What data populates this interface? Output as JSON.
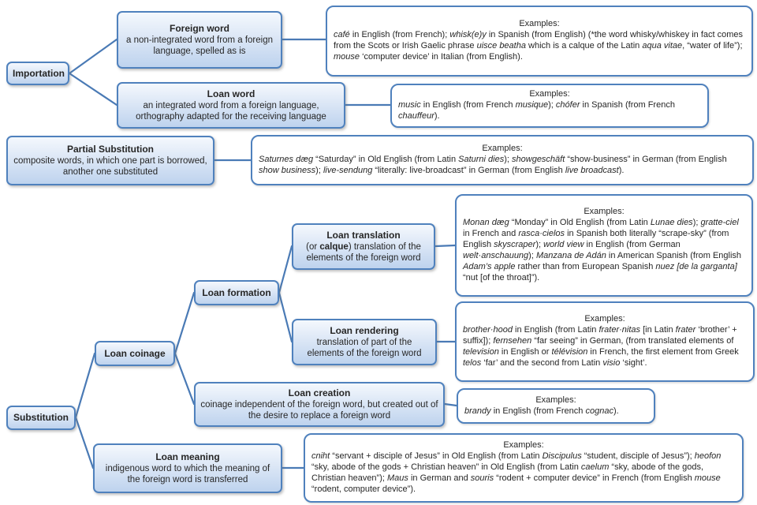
{
  "nodes": {
    "importation": {
      "title": "Importation"
    },
    "foreign_word": {
      "title": "Foreign word",
      "desc": "a non-integrated word from a foreign language, spelled as is"
    },
    "loan_word": {
      "title": "Loan word",
      "desc": "an integrated word from a foreign language, orthography adapted for the receiving language"
    },
    "partial_substitution": {
      "title": "Partial Substitution",
      "desc": "composite words, in which one part is borrowed, another one substituted"
    },
    "substitution": {
      "title": "Substitution"
    },
    "loan_coinage": {
      "title": "Loan coinage"
    },
    "loan_formation": {
      "title": "Loan formation"
    },
    "loan_translation": {
      "title": "Loan translation",
      "desc_html": "(or <b>calque</b>) translation of the elements of the foreign word"
    },
    "loan_rendering": {
      "title": "Loan rendering",
      "desc": "translation of part of the elements of the foreign word"
    },
    "loan_creation": {
      "title": "Loan creation",
      "desc": "coinage independent of the foreign word, but created out of the desire to replace a foreign word"
    },
    "loan_meaning": {
      "title": "Loan meaning",
      "desc": "indigenous word to which the meaning of the foreign word is transferred"
    }
  },
  "examples": {
    "header": "Examples:",
    "foreign_word_html": "<i>café</i> in English (from French); <i>whisk(e)y</i> in Spanish (from English) (*the word whisky/whiskey in fact comes from the Scots or Irish Gaelic phrase <i>uisce beatha</i> which is a calque of the Latin <i>aqua vitae</i>, “water of life”); <i>mouse</i> ‘computer device’ in Italian (from English).",
    "loan_word_html": "<i>music</i> in English (from French <i>musique</i>); <i>chófer</i> in Spanish (from French <i>chauffeur</i>).",
    "partial_substitution_html": "<i>Saturnes dæg</i> “Saturday” in Old English (from Latin <i>Saturni dies</i>); <i>showgeschäft</i> “show-business” in German (from English <i>show business</i>); <i>live-sendung</i> “literally: live-broadcast” in German (from English <i>live broadcast</i>).",
    "loan_translation_html": "<i>Monan dæg</i> “Monday” in Old English (from Latin <i>Lunae dies</i>); <i>gratte-ciel</i> in French and <i>rasca·cielos</i> in Spanish both literally “scrape-sky” (from English <i>skyscraper</i>); <i>world view</i> in English (from German <i>welt·anschauung</i>); <i>Manzana de Adán</i> in American Spanish (from English <i>Adam’s apple</i> rather than from European Spanish <i>nuez [de la garganta]</i> “nut [of the throat]”).",
    "loan_rendering_html": "<i>brother·hood</i> in English (from Latin <i>frater·nitas</i> [in Latin <i>frater</i> ‘brother’ + suffix]); <i>fernsehen</i> “far seeing” in German, (from translated elements of <i>television</i> in English or <i>télévision</i> in French, the first element from Greek <i>telos</i> ‘far’ and the second from Latin <i>visio</i> ‘sight’.",
    "loan_creation_html": "<i>brandy</i> in English (from French <i>cognac</i>).",
    "loan_meaning_html": "<i>cniht</i> “servant + disciple of Jesus” in Old English (from Latin <i>Discipulus</i> “student, disciple of Jesus”); <i>heofon</i> “sky, abode of the gods + Christian heaven” in Old English (from Latin <i>caelum</i> “sky, abode of the gods, Christian heaven”); <i>Maus</i> in German and <i>souris</i> “rodent + computer device” in French (from English <i>mouse</i> “rodent, computer device”)."
  },
  "colors": {
    "accent_blue": "#4f81bd",
    "node_fill_top": "#f4f8fd",
    "node_fill_bottom": "#bed3ee",
    "text": "#262626"
  }
}
